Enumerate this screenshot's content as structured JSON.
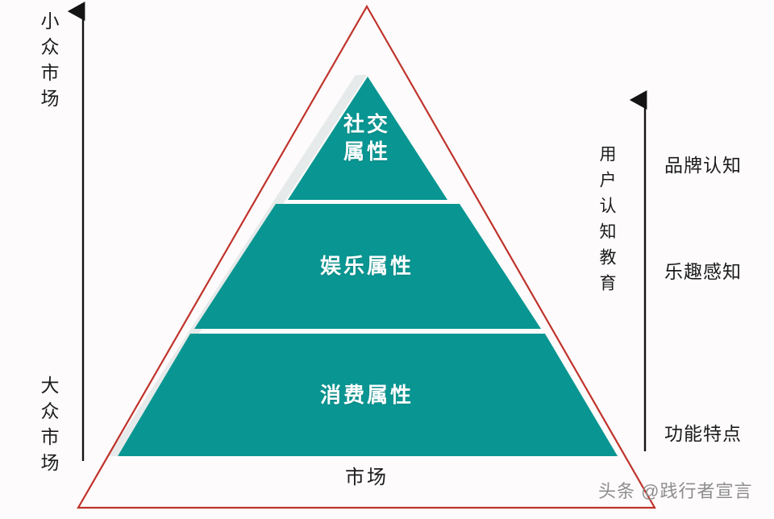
{
  "diagram": {
    "title_axis_bottom": "市场",
    "left_axis": {
      "top_label": "小众市场",
      "bottom_label": "大众市场",
      "arrow": "up-arrow-icon"
    },
    "right_axis": {
      "vertical_label": "用户认知教育",
      "arrow": "up-arrow-icon",
      "stage_labels": [
        "品牌认知",
        "乐趣感知",
        "功能特点"
      ]
    },
    "pyramid": {
      "tiers": [
        {
          "name": "social",
          "label": "社交\n属性"
        },
        {
          "name": "entertainment",
          "label": "娱乐属性"
        },
        {
          "name": "consumption",
          "label": "消费属性"
        }
      ],
      "fill_color": "#099692",
      "divider_color": "#f2fbfb",
      "outline_color": "#c0332c",
      "label_color": "#ffffff"
    },
    "watermark": "头条 @践行者宣言",
    "background_color": "#fdfbfb"
  }
}
